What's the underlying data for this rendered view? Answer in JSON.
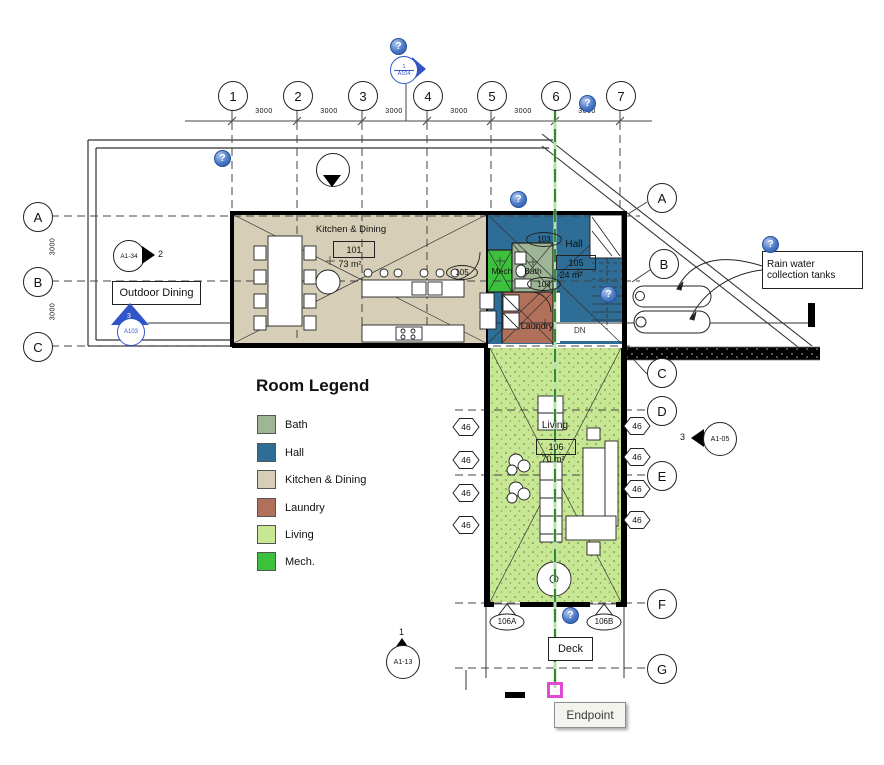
{
  "grid": {
    "columns": [
      "1",
      "2",
      "3",
      "4",
      "5",
      "6",
      "7"
    ],
    "rows_left": [
      "A",
      "B",
      "C"
    ],
    "rows_right": [
      "A",
      "B",
      "C",
      "D",
      "E",
      "F",
      "G"
    ]
  },
  "dimensions": {
    "bay": "3000"
  },
  "view_markers": {
    "section_top": {
      "detail_number": "1",
      "sheet": "A104"
    },
    "section_left": {
      "detail_number": "3",
      "sheet": "A103"
    },
    "elevation_left": {
      "sheet": "A1-34",
      "pointer_number": "2"
    },
    "elevation_right": {
      "pointer_number": "3",
      "sheet": "A1-05"
    },
    "elevation_bottom": {
      "pointer_number": "1",
      "sheet": "A1-13"
    }
  },
  "rooms": {
    "kitchen_dining": {
      "name": "Kitchen & Dining",
      "number": "101",
      "area": "73 m²"
    },
    "hall": {
      "name": "Hall",
      "number": "105",
      "area": "24 m²"
    },
    "living": {
      "name": "Living",
      "number": "106",
      "area": "70 m²"
    },
    "mech": {
      "name": "Mech"
    },
    "bath": {
      "name": "Bath"
    },
    "laundry": {
      "name": "Laundry"
    }
  },
  "door_tags": {
    "kitchen": "105",
    "bath_top": "103",
    "bath_bottom": "104",
    "deck_left": "106A",
    "deck_right": "106B"
  },
  "window_tag": "46",
  "annotations": {
    "outdoor_dining": "Outdoor Dining",
    "rain_tanks_line1": "Rain water",
    "rain_tanks_line2": "collection tanks",
    "deck": "Deck",
    "stair_direction": "DN",
    "tooltip": "Endpoint",
    "help": "?"
  },
  "legend": {
    "title": "Room Legend",
    "items": [
      {
        "label": "Bath",
        "color": "#9eb596"
      },
      {
        "label": "Hall",
        "color": "#2e6d96"
      },
      {
        "label": "Kitchen & Dining",
        "color": "#d6ceb6"
      },
      {
        "label": "Laundry",
        "color": "#b1705a"
      },
      {
        "label": "Living",
        "color": "#c8e794"
      },
      {
        "label": "Mech.",
        "color": "#3cc13c"
      }
    ]
  },
  "colors": {
    "section_line_green": "#13720f",
    "marker_blue": "#2f55c8",
    "endpoint_magenta": "#de4ad0",
    "help_icon_blue": "#4a79c6"
  }
}
